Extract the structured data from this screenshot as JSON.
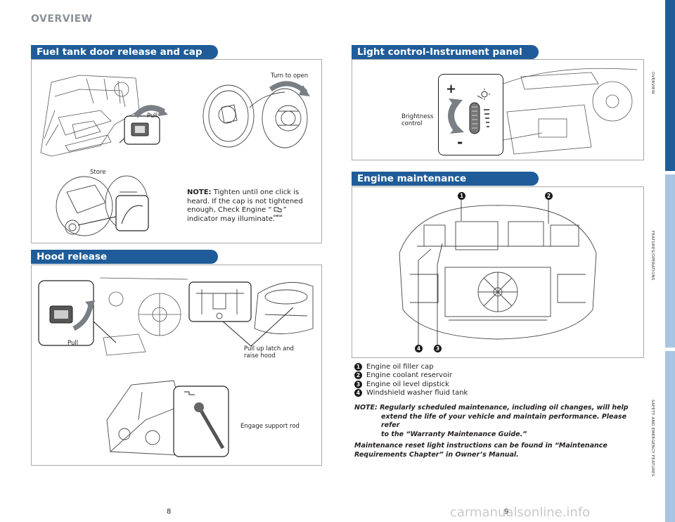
{
  "page_title": "OVERVIEW",
  "sections": {
    "fuel": {
      "header": "Fuel tank door release and cap",
      "label_pull": "Pull",
      "label_turn": "Turn to open",
      "label_store": "Store",
      "note_prefix": "NOTE:",
      "note_line1": " Tighten until one click is",
      "note_line2": "heard. If the cap is not tightened",
      "note_line3a": "enough, Check Engine “",
      "note_line3b": "”",
      "note_line4": "indicator may illuminate.",
      "check_icon_text": "CHECK"
    },
    "hood": {
      "header": "Hood release",
      "label_pull": "Pull",
      "label_latch1": "Pull up latch and",
      "label_latch2": "raise hood",
      "label_support": "Engage support rod"
    },
    "light": {
      "header": "Light control-Instrument panel",
      "label_brightness1": "Brightness",
      "label_brightness2": "control",
      "plus": "+",
      "minus": "-"
    },
    "engine": {
      "header": "Engine maintenance",
      "callouts": [
        "1",
        "2",
        "3",
        "4"
      ],
      "legend": [
        {
          "num": "1",
          "text": "Engine oil filler cap"
        },
        {
          "num": "2",
          "text": "Engine coolant reservoir"
        },
        {
          "num": "3",
          "text": "Engine oil level dipstick"
        },
        {
          "num": "4",
          "text": "Windshield washer fluid tank"
        }
      ],
      "note_line1": "NOTE: Regularly scheduled maintenance, including oil changes, will help",
      "note_line2": "extend the life of your vehicle and maintain performance. Please refer",
      "note_line3": "to the “Warranty Maintenance Guide.”",
      "reset_line1": "Maintenance reset light instructions can be found in “Maintenance",
      "reset_line2": "Requirements Chapter” in Owner’s Manual."
    }
  },
  "page_numbers": {
    "left": "8",
    "right": "9"
  },
  "side_tabs": [
    {
      "label": "OVERVIEW",
      "color": "#1f5c99"
    },
    {
      "label": "FEATURES/OPERATIONS",
      "color": "#a8c5e3"
    },
    {
      "label": "SAFETY AND EMERGENCY FEATURES",
      "color": "#a8c5e3"
    }
  ],
  "watermark": "carmanualsonline.info",
  "colors": {
    "accent": "#1f5c99",
    "tab_light": "#a8c5e3",
    "arrow_gray": "#7a7f85"
  }
}
